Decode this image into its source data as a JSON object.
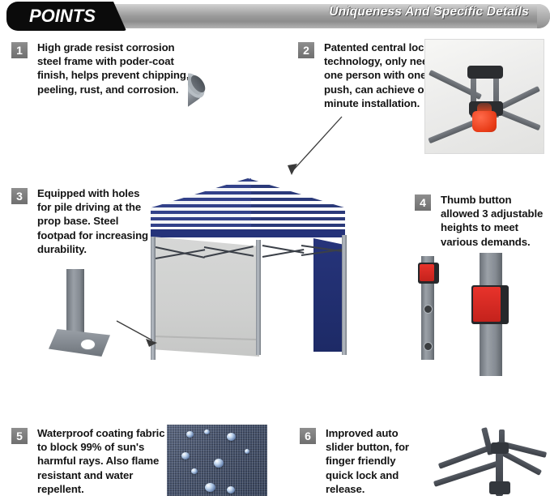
{
  "header": {
    "badge_label": "POINTS",
    "title": "Uniqueness And Specific Details",
    "badge_bg": "#0b0b0b",
    "bar_color": "#9a9a9a"
  },
  "points": [
    {
      "number": "1",
      "text": "High grade resist corrosion steel frame with poder-coat finish, helps prevent chipping, peeling, rust, and corrosion.",
      "image_name": "steel-tube-photo"
    },
    {
      "number": "2",
      "text": "Patented central lock technology, only need one person with one push, can achieve one minute installation.",
      "image_name": "central-lock-photo"
    },
    {
      "number": "3",
      "text": "Equipped with holes for pile driving at the prop base. Steel footpad for increasing durability.",
      "image_name": "steel-footpad-photo"
    },
    {
      "number": "4",
      "text": "Thumb button allowed 3 adjustable heights to meet various demands.",
      "image_name": "thumb-button-photo"
    },
    {
      "number": "5",
      "text": "Waterproof coating fabric to block 99% of sun's harmful rays. Also flame resistant and water repellent.",
      "image_name": "waterproof-fabric-photo"
    },
    {
      "number": "6",
      "text": "Improved auto slider button, for finger friendly quick lock and release.",
      "image_name": "auto-slider-photo"
    }
  ],
  "product": {
    "name": "pop-up-canopy-tent",
    "canopy_stripe_color": "#2b3a7a",
    "canopy_stripe_alt_color": "#ffffff",
    "sidewall_color": "#d0d1d0",
    "back_wall_color": "#26347b",
    "frame_color": "#8a9098"
  },
  "accents": {
    "lock_knob_color": "#e8441f",
    "thumb_button_color": "#d62a22",
    "badge_gray": "#7d7d7d",
    "text_color": "#141414"
  }
}
